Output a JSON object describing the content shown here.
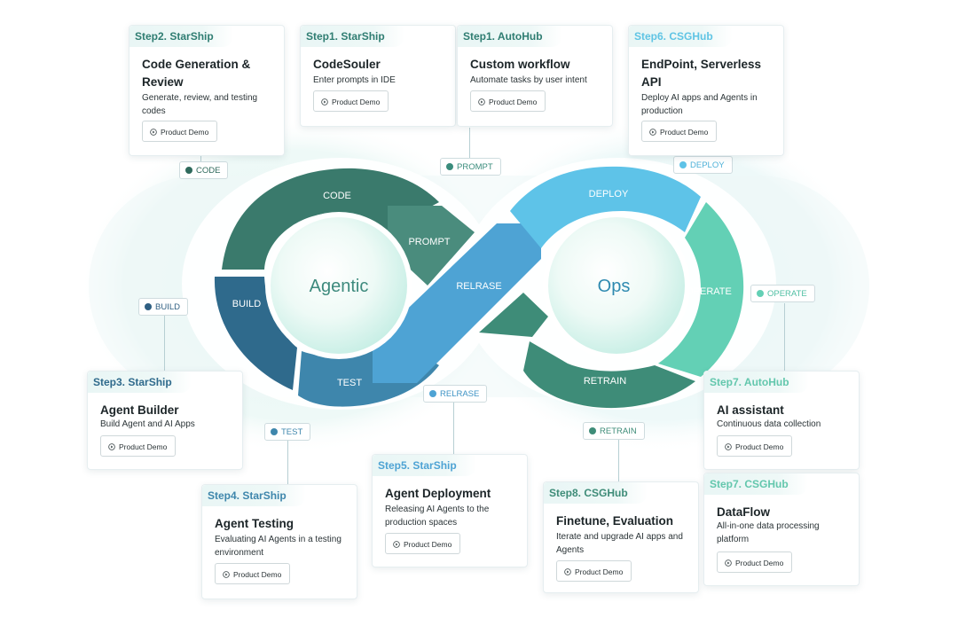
{
  "center": {
    "left_label": "Agentic",
    "right_label": "Ops"
  },
  "segments": {
    "code": "CODE",
    "prompt": "PROMPT",
    "build": "BUILD",
    "test": "TEST",
    "release": "RELRASE",
    "deploy": "DEPLOY",
    "operate": "OPERATE",
    "retrain": "RETRAIN"
  },
  "colors": {
    "code": "#3a7a6c",
    "prompt": "#4a8c7d",
    "build": "#2f6a8c",
    "test": "#3e86ac",
    "release": "#4ea3d4",
    "deploy": "#5ec3e8",
    "operate": "#63d0b5",
    "retrain": "#3e8c78",
    "step_text_dark": "#2f7d72",
    "step_text_blue": "#3e86ac",
    "step_text_light": "#5fc4e4"
  },
  "tags": {
    "code": "CODE",
    "prompt": "PROMPT",
    "deploy": "DEPLOY",
    "build": "BUILD",
    "operate": "OPERATE",
    "test": "TEST",
    "release": "RELRASE",
    "retrain": "RETRAIN"
  },
  "demo_label": "Product Demo",
  "cards": {
    "code_gen": {
      "step": "Step2. StarShip",
      "title": "Code Generation & Review",
      "desc": "Generate, review, and testing codes"
    },
    "codesouler": {
      "step": "Step1. StarShip",
      "title": "CodeSouler",
      "desc": "Enter prompts in IDE"
    },
    "custom_workflow": {
      "step": "Step1. AutoHub",
      "title": "Custom workflow",
      "desc": "Automate tasks by user intent"
    },
    "endpoint": {
      "step": "Step6. CSGHub",
      "title": "EndPoint, Serverless API",
      "desc": "Deploy AI apps and Agents in production"
    },
    "agent_builder": {
      "step": "Step3. StarShip",
      "title": "Agent Builder",
      "desc": "Build Agent and AI Apps"
    },
    "agent_testing": {
      "step": "Step4. StarShip",
      "title": "Agent Testing",
      "desc": "Evaluating AI Agents in a testing environment"
    },
    "agent_deployment": {
      "step": "Step5. StarShip",
      "title": "Agent Deployment",
      "desc": "Releasing AI Agents to the production spaces"
    },
    "finetune": {
      "step": "Step8. CSGHub",
      "title": "Finetune, Evaluation",
      "desc": "Iterate and upgrade AI apps and Agents"
    },
    "ai_assistant": {
      "step": "Step7. AutoHub",
      "title": "AI assistant",
      "desc": "Continuous data collection"
    },
    "dataflow": {
      "step": "Step7. CSGHub",
      "title": "DataFlow",
      "desc": "All-in-one data processing platform"
    }
  }
}
